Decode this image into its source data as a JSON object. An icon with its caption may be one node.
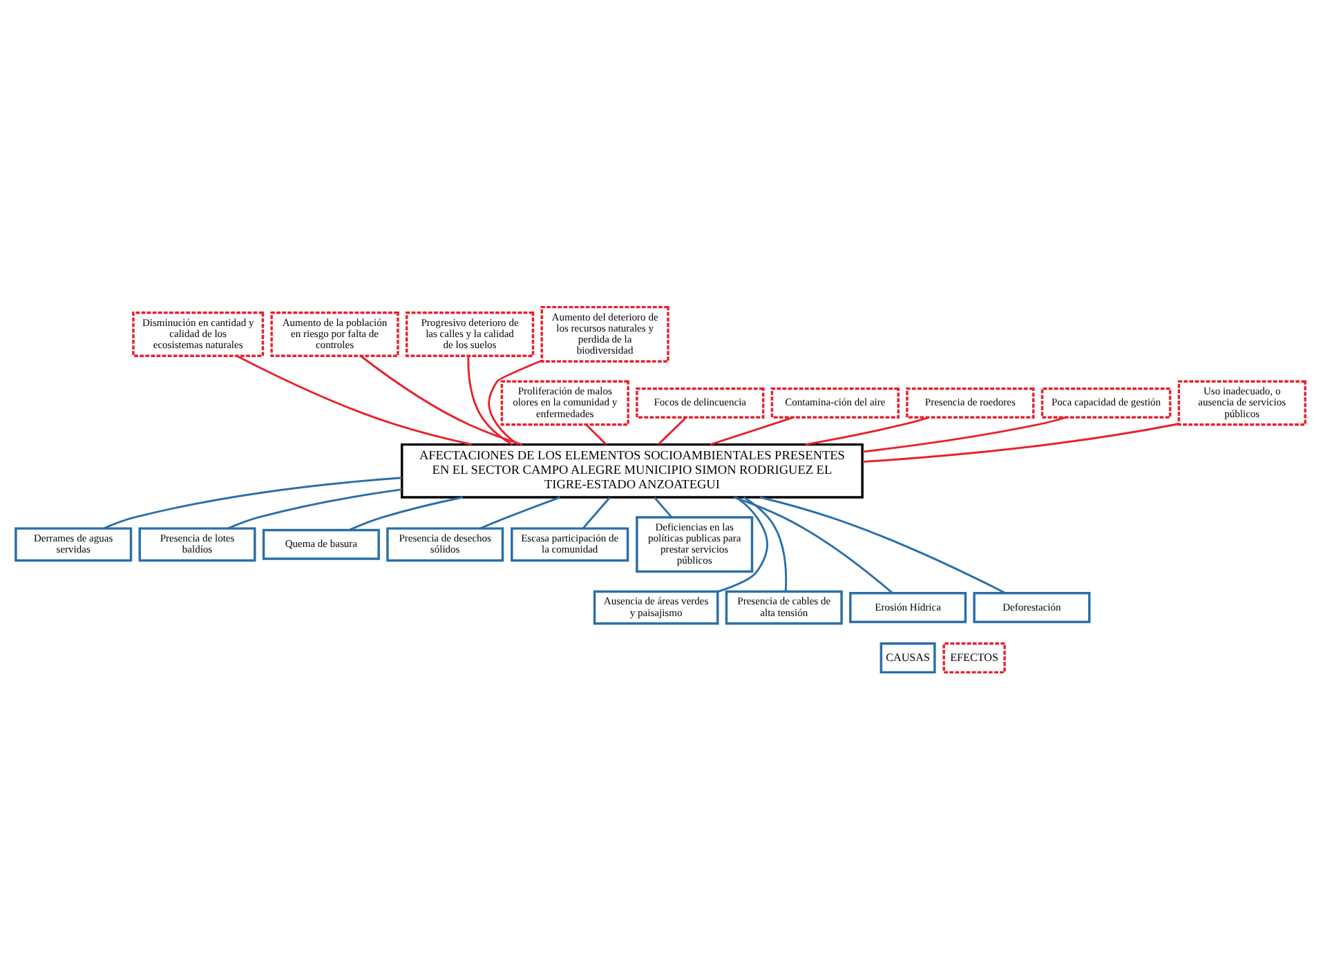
{
  "diagram": {
    "nodes": [
      {
        "text": [
          "Disminución en cantidad y calidad de los ecosistemas naturales"
        ]
      },
      {
        "text": [
          "Aumento de la población en riesgo por falta de controles"
        ]
      },
      {
        "text": [
          "Progresivo deterioro de las calles y la calidad de los suelos"
        ]
      },
      {
        "text": [
          "Aumento del deterioro de los recursos naturales y perdida de la biodiversidad"
        ]
      },
      {
        "text": [
          "Proliferación de malos olores en la comunidad y enfermedades"
        ]
      },
      {
        "text": [
          "Focos de delincuencia"
        ]
      },
      {
        "text": [
          "Contamina-ción del aire"
        ]
      },
      {
        "text": [
          "Presencia de roedores"
        ]
      },
      {
        "text": [
          "Poca capacidad de gestión"
        ]
      },
      {
        "text": [
          "Uso inadecuado, o ausencia de servicios públicos"
        ]
      },
      {
        "text": [
          "AFECTACIONES DE LOS ELEMENTOS SOCIOAMBIENTALES PRESENTES EN EL SECTOR CAMPO ALEGRE MUNICIPIO SIMON RODRIGUEZ EL TIGRE-ESTADO ANZOATEGUI"
        ]
      },
      {
        "text": [
          "Derrames de aguas servidas"
        ]
      },
      {
        "text": [
          "Presencia de lotes baldíos"
        ]
      },
      {
        "text": [
          "Quema de basura"
        ]
      },
      {
        "text": [
          "Presencia de desechos sólidos"
        ]
      },
      {
        "text": [
          "Escasa participación de la comunidad"
        ]
      },
      {
        "text": [
          "Deficiencias en las políticas publicas para prestar servicios públicos"
        ]
      },
      {
        "text": [
          "Ausencia de áreas verdes y paisajismo"
        ]
      },
      {
        "text": [
          "Presencia de cables de alta tensión"
        ]
      },
      {
        "text": [
          "Erosión Hídrica"
        ]
      },
      {
        "text": [
          "Deforestación"
        ]
      }
    ],
    "edges": [
      {
        "from": 0,
        "to": 10,
        "arrow": "none",
        "color": "#e8212b"
      },
      {
        "from": 1,
        "to": 10,
        "arrow": "none",
        "color": "#e8212b"
      },
      {
        "from": 2,
        "to": 10,
        "arrow": "none",
        "color": "#e8212b"
      },
      {
        "from": 3,
        "to": 10,
        "arrow": "none",
        "color": "#e8212b"
      },
      {
        "from": 4,
        "to": 10,
        "arrow": "none",
        "color": "#e8212b"
      },
      {
        "from": 5,
        "to": 10,
        "arrow": "none",
        "color": "#e8212b"
      },
      {
        "from": 6,
        "to": 10,
        "arrow": "none",
        "color": "#e8212b"
      },
      {
        "from": 7,
        "to": 10,
        "arrow": "none",
        "color": "#e8212b"
      },
      {
        "from": 8,
        "to": 10,
        "arrow": "none",
        "color": "#e8212b"
      },
      {
        "from": 9,
        "to": 10,
        "arrow": "none",
        "color": "#e8212b"
      },
      {
        "from": 10,
        "to": 11,
        "arrow": "none",
        "color": "#2a6fa8"
      },
      {
        "from": 10,
        "to": 12,
        "arrow": "none",
        "color": "#2a6fa8"
      },
      {
        "from": 10,
        "to": 13,
        "arrow": "none",
        "color": "#2a6fa8"
      },
      {
        "from": 10,
        "to": 14,
        "arrow": "none",
        "color": "#2a6fa8"
      },
      {
        "from": 10,
        "to": 15,
        "arrow": "none",
        "color": "#2a6fa8"
      },
      {
        "from": 10,
        "to": 16,
        "arrow": "none",
        "color": "#2a6fa8"
      },
      {
        "from": 10,
        "to": 17,
        "arrow": "none",
        "color": "#2a6fa8"
      },
      {
        "from": 10,
        "to": 18,
        "arrow": "none",
        "color": "#2a6fa8"
      },
      {
        "from": 10,
        "to": 19,
        "arrow": "none",
        "color": "#2a6fa8"
      },
      {
        "from": 10,
        "to": 20,
        "arrow": "none",
        "color": "#2a6fa8"
      }
    ],
    "legend": [
      {
        "text": "CAUSAS"
      },
      {
        "text": "EFECTOS"
      }
    ]
  }
}
